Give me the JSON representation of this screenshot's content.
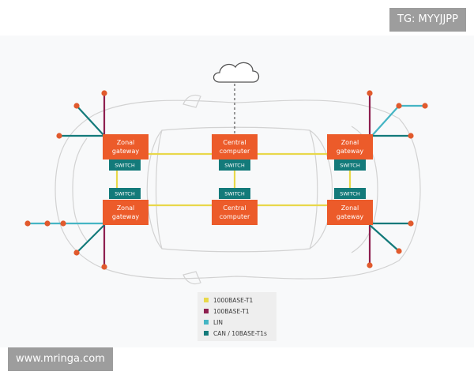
{
  "watermarks": {
    "tg": "TG: MYYJJPP",
    "site": "www.mringa.com"
  },
  "colors": {
    "ethernet_1000": "#e8d84a",
    "ethernet_100": "#8e1f4f",
    "lin": "#45b5c4",
    "can": "#137a7a",
    "node": "#ec5b2a",
    "switch": "#137a7a",
    "car_outline": "#d2d2d2",
    "cloud_outline": "#555555"
  },
  "nodes": [
    {
      "id": "zonal-gateway-front-left",
      "line1": "Zonal",
      "line2": "gateway"
    },
    {
      "id": "central-computer-top",
      "line1": "Central",
      "line2": "computer"
    },
    {
      "id": "zonal-gateway-front-right",
      "line1": "Zonal",
      "line2": "gateway"
    },
    {
      "id": "zonal-gateway-rear-left",
      "line1": "Zonal",
      "line2": "gateway"
    },
    {
      "id": "central-computer-bottom",
      "line1": "Central",
      "line2": "computer"
    },
    {
      "id": "zonal-gateway-rear-right",
      "line1": "Zonal",
      "line2": "gateway"
    }
  ],
  "switches": [
    {
      "id": "switch-top-left",
      "label": "SWITCH"
    },
    {
      "id": "switch-top-center",
      "label": "SWITCH"
    },
    {
      "id": "switch-top-right",
      "label": "SWITCH"
    },
    {
      "id": "switch-bottom-left",
      "label": "SWITCH"
    },
    {
      "id": "switch-bottom-center",
      "label": "SWITCH"
    },
    {
      "id": "switch-bottom-right",
      "label": "SWITCH"
    }
  ],
  "legend": [
    {
      "label": "1000BASE-T1",
      "color": "#e8d84a"
    },
    {
      "label": "100BASE-T1",
      "color": "#8e1f4f"
    },
    {
      "label": "LIN",
      "color": "#45b5c4"
    },
    {
      "label": "CAN / 10BASE-T1s",
      "color": "#137a7a"
    }
  ],
  "icons": {
    "cloud": "cloud-icon"
  }
}
